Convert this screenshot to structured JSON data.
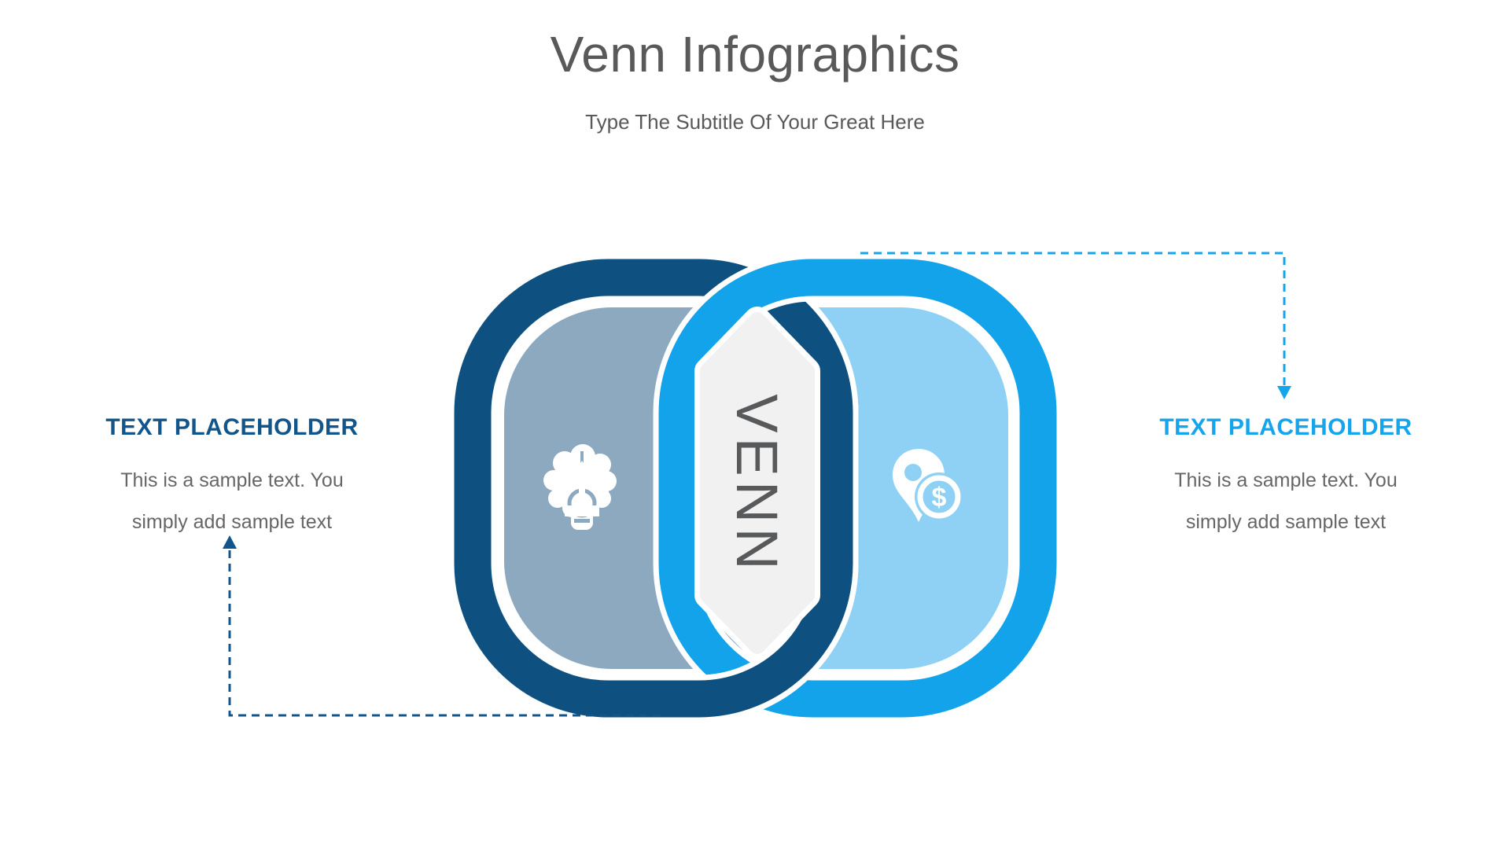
{
  "slide": {
    "title": "Venn Infographics",
    "subtitle": "Type The Subtitle Of Your Great Here"
  },
  "left_block": {
    "heading": "TEXT PLACEHOLDER",
    "body_lines": [
      "This is a sample text. You",
      "simply add sample text"
    ]
  },
  "right_block": {
    "heading": "TEXT PLACEHOLDER",
    "body_lines": [
      "This is a sample text. You",
      "simply add sample text"
    ]
  },
  "venn": {
    "center_label": "VENN",
    "coin_symbol": "$",
    "left_icon": "brain-idea-icon",
    "right_icon": "location-money-icon"
  },
  "colors": {
    "navy": "#0E5181",
    "bright_blue": "#12A3EA",
    "left_fill": "#8CA9C0",
    "right_fill": "#8ED1F5",
    "center_shape": "#F1F1F1",
    "venn_text": "#58595B",
    "title_gray": "#595959",
    "body_gray": "#666666",
    "heading_left": "#12558B",
    "heading_right": "#14A5EC"
  }
}
